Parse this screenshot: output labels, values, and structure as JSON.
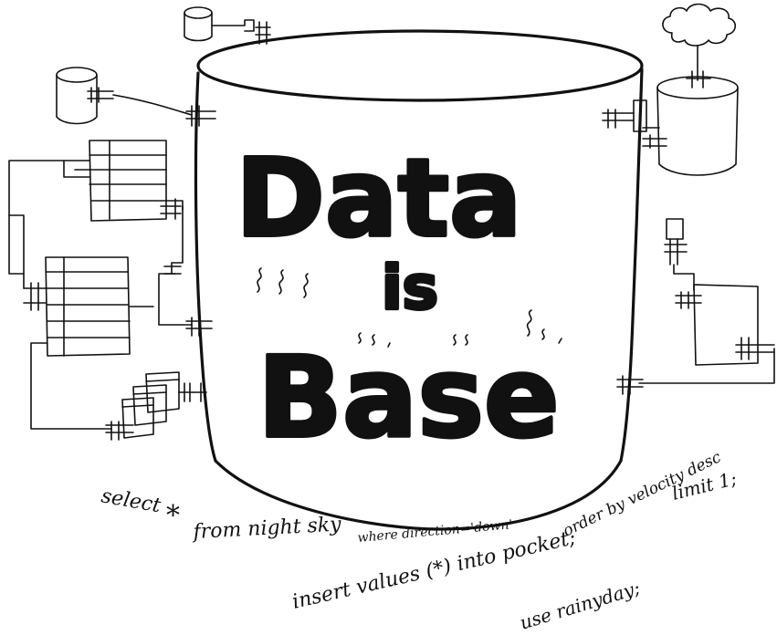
{
  "title": {
    "line1": "Data",
    "line2": "is",
    "line3": "Base"
  },
  "query": {
    "select": "select",
    "star": "*",
    "from": "from night sky",
    "where": "where direction='down'",
    "order": "order by velocity desc",
    "limit": "limit 1;",
    "insert": "insert values (*) into pocket;",
    "use": "use rainyday;"
  },
  "colors": {
    "ink": "#111111",
    "paper": "#ffffff"
  }
}
